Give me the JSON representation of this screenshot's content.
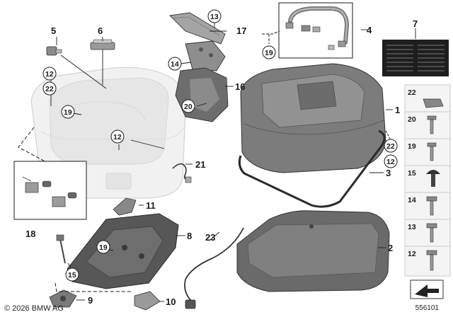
{
  "labels": {
    "l1": "1",
    "l2": "2",
    "l3": "3",
    "l4": "4",
    "l5": "5",
    "l6": "6",
    "l7": "7",
    "l8": "8",
    "l9": "9",
    "l10": "10",
    "l11": "11",
    "l12a": "12",
    "l12b": "12",
    "l12c": "12",
    "l13": "13",
    "l14": "14",
    "l15": "15",
    "l16": "16",
    "l17": "17",
    "l18": "18",
    "l19a": "19",
    "l19b": "19",
    "l19c": "19",
    "l20": "20",
    "l21": "21",
    "l22a": "22",
    "l22b": "22",
    "l23": "23"
  },
  "side_parts": {
    "p22": "22",
    "p20": "20",
    "p19": "19",
    "p15": "15",
    "p14": "14",
    "p13": "13",
    "p12": "12"
  },
  "footer": {
    "copyright": "© 2026 BMW AG",
    "doc_id": "556101"
  },
  "colors": {
    "housing": "#ececec",
    "lid": "#7b7b7b",
    "tray": "#5e5e5e",
    "line": "#1a1a1a"
  }
}
